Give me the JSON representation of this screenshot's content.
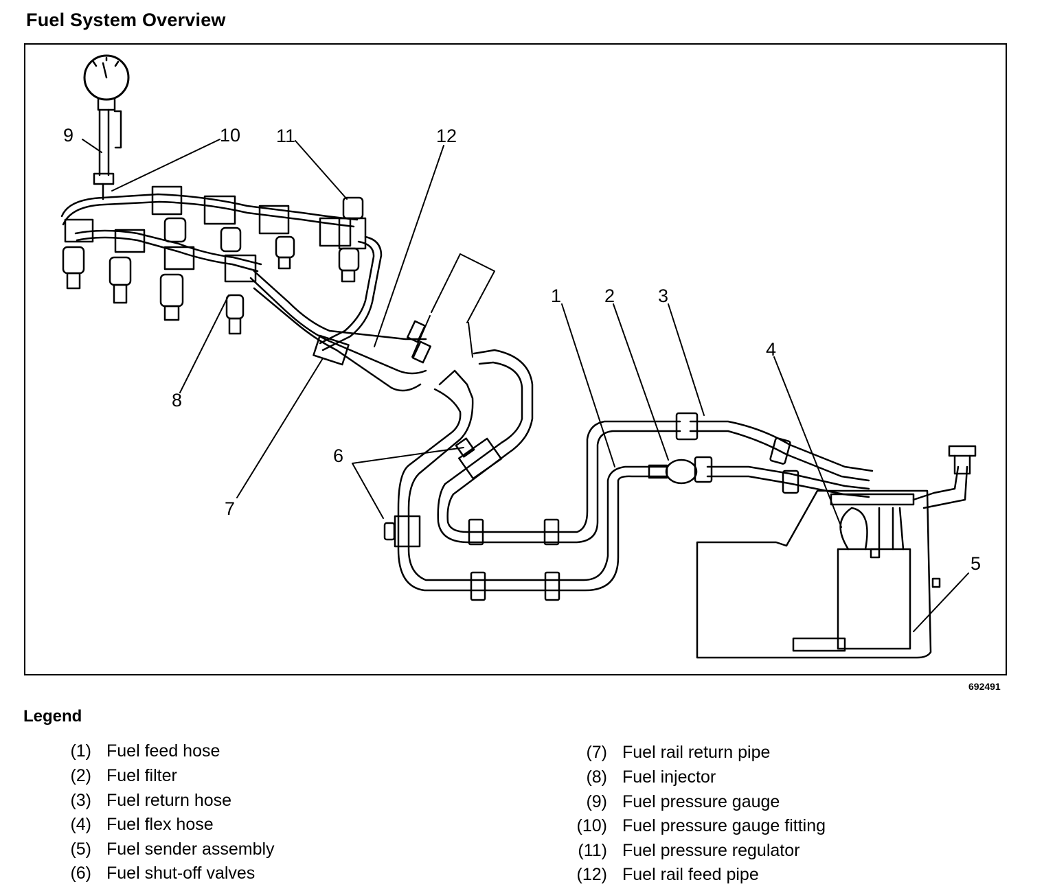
{
  "header": {
    "title": "Fuel System Overview"
  },
  "figure": {
    "figure_id": "692491",
    "callouts": [
      "1",
      "2",
      "3",
      "4",
      "5",
      "6",
      "7",
      "8",
      "9",
      "10",
      "11",
      "12"
    ]
  },
  "legend": {
    "title": "Legend",
    "items": [
      {
        "num": "(1)",
        "label": "Fuel feed hose"
      },
      {
        "num": "(2)",
        "label": "Fuel filter"
      },
      {
        "num": "(3)",
        "label": "Fuel return hose"
      },
      {
        "num": "(4)",
        "label": "Fuel flex hose"
      },
      {
        "num": "(5)",
        "label": "Fuel sender assembly"
      },
      {
        "num": "(6)",
        "label": "Fuel shut-off valves"
      },
      {
        "num": "(7)",
        "label": "Fuel rail return pipe"
      },
      {
        "num": "(8)",
        "label": "Fuel injector"
      },
      {
        "num": "(9)",
        "label": "Fuel pressure gauge"
      },
      {
        "num": "(10)",
        "label": "Fuel pressure gauge fitting"
      },
      {
        "num": "(11)",
        "label": "Fuel pressure regulator"
      },
      {
        "num": "(12)",
        "label": "Fuel rail feed pipe"
      }
    ]
  }
}
